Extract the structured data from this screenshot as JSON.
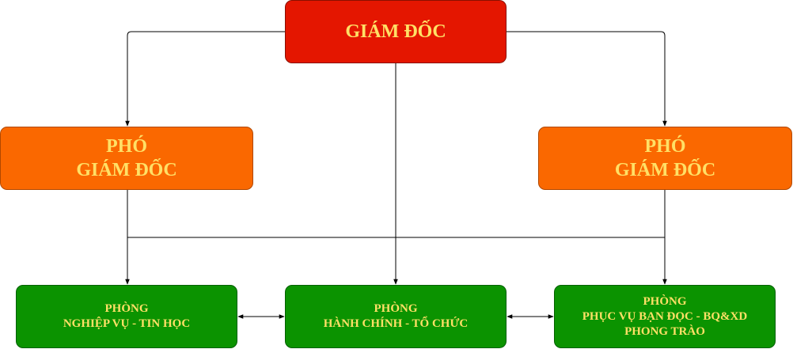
{
  "nodes": {
    "director": {
      "lines": [
        "GIÁM ĐỐC"
      ]
    },
    "deputy_left": {
      "lines": [
        "PHÓ",
        "GIÁM ĐỐC"
      ]
    },
    "deputy_right": {
      "lines": [
        "PHÓ",
        "GIÁM ĐỐC"
      ]
    },
    "dept_1": {
      "lines": [
        "PHÒNG",
        "NGHIỆP VỤ - TIN HỌC"
      ]
    },
    "dept_2": {
      "lines": [
        "PHÒNG",
        "HÀNH CHÍNH - TỔ CHỨC"
      ]
    },
    "dept_3": {
      "lines": [
        "PHÒNG",
        "PHỤC VỤ BẠN ĐỌC - BQ&XD",
        "PHONG TRÀO"
      ]
    }
  },
  "colors": {
    "director_fill": "#e41600",
    "deputy_fill": "#fa6800",
    "department_fill": "#0b9300",
    "label_text": "#ffe066",
    "connector": "#000000"
  }
}
